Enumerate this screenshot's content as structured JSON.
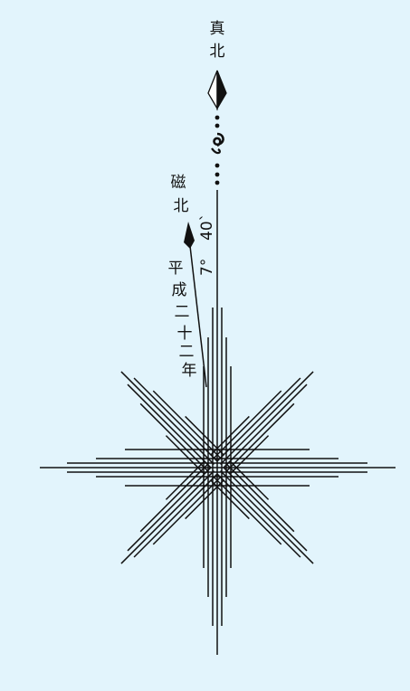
{
  "diagram": {
    "true_north": {
      "line1": "真",
      "line2": "北"
    },
    "magnetic_north": {
      "line1": "磁",
      "line2": "北"
    },
    "declination": {
      "degrees": "7°",
      "minutes": "40`"
    },
    "year": [
      "平",
      "成",
      "二",
      "十",
      "二",
      "年"
    ],
    "colors": {
      "background": "#e2f4fc",
      "ink": "#111111"
    }
  }
}
